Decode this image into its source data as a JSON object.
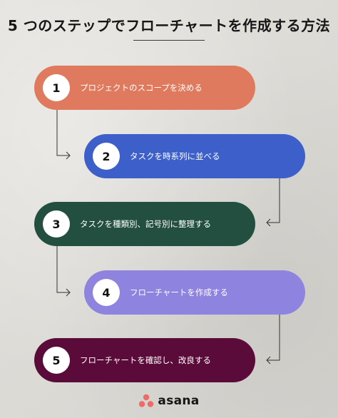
{
  "title": "5 つのステップでフローチャートを作成する方法",
  "steps": [
    {
      "number": "1",
      "label": "プロジェクトのスコープを決める",
      "color": "#e07a5f"
    },
    {
      "number": "2",
      "label": "タスクを時系列に並べる",
      "color": "#3d5fc9"
    },
    {
      "number": "3",
      "label": "タスクを種類別、記号別に整理する",
      "color": "#224f40"
    },
    {
      "number": "4",
      "label": "フローチャートを作成する",
      "color": "#8e83df"
    },
    {
      "number": "5",
      "label": "フローチャートを確認し、改良する",
      "color": "#5b0b3a"
    }
  ],
  "brand": {
    "name": "asana",
    "color": "#f06a6a"
  }
}
